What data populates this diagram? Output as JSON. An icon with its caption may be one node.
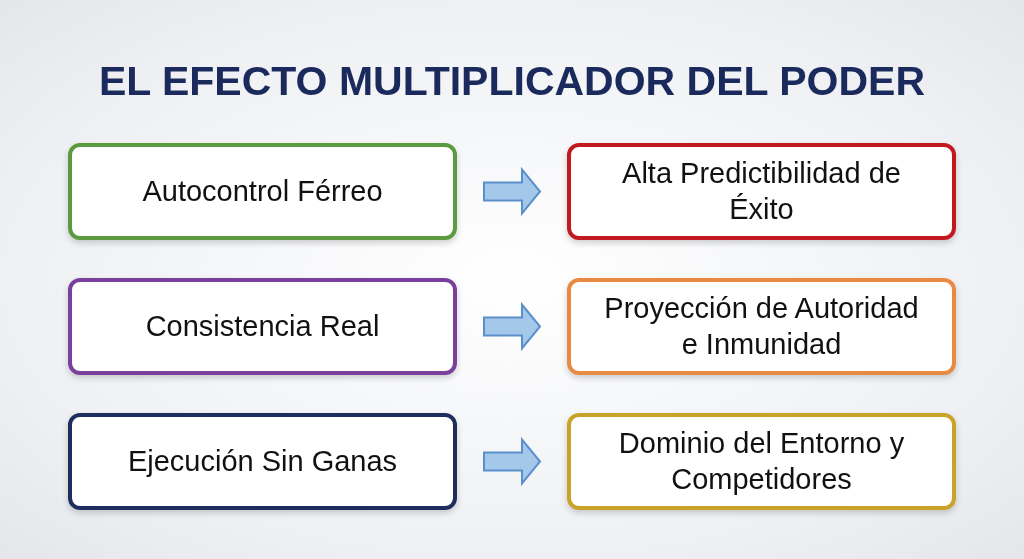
{
  "diagram": {
    "title": "EL EFECTO MULTIPLICADOR DEL PODER",
    "nodes": [
      {
        "text": [
          "Autocontrol Férreo"
        ]
      },
      {
        "text": [
          "Alta Predictibilidad de Éxito"
        ]
      },
      {
        "text": [
          "Consistencia Real"
        ]
      },
      {
        "text": [
          "Proyección de Autoridad e Inmunidad"
        ]
      },
      {
        "text": [
          "Ejecución Sin Ganas"
        ]
      },
      {
        "text": [
          "Dominio del Entorno y Competidores"
        ]
      }
    ],
    "edges": [
      {
        "from": 0,
        "to": 1,
        "arrow": "to"
      },
      {
        "from": 2,
        "to": 3,
        "arrow": "to"
      },
      {
        "from": 4,
        "to": 5,
        "arrow": "to"
      }
    ]
  }
}
